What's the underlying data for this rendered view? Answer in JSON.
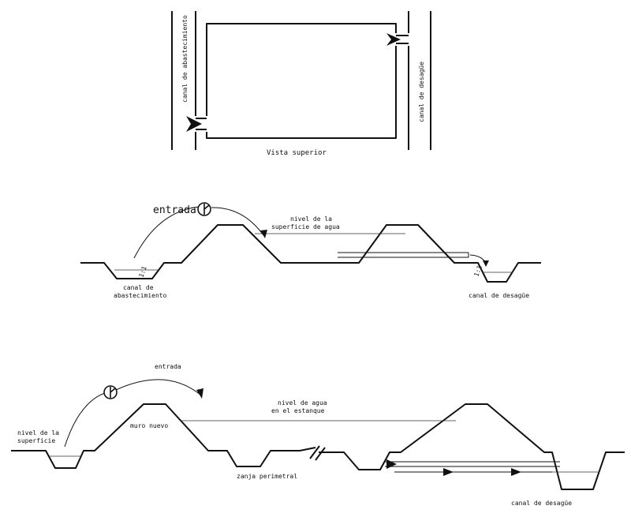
{
  "top_view": {
    "supply_canal_label": "canal de abastecimiento",
    "drain_canal_label": "canal de desagüe",
    "caption": "Vista superior"
  },
  "section1": {
    "inlet_label": "entrada",
    "water_level_label_1": "nivel de la",
    "water_level_label_2": "superficie de agua",
    "slope_left": "1:1",
    "slope_right": "1:1",
    "supply_canal_label_1": "canal de",
    "supply_canal_label_2": "abastecimiento",
    "drain_canal_label": "canal de desagüe"
  },
  "section2": {
    "inlet_label": "entrada",
    "surface_level_label_1": "nivel de la",
    "surface_level_label_2": "superficie",
    "pond_level_label_1": "nivel de agua",
    "pond_level_label_2": "en el estanque",
    "new_wall_label": "muro nuevo",
    "perimeter_ditch_label": "zanja perimetral",
    "drain_canal_label": "canal de desagüe"
  }
}
